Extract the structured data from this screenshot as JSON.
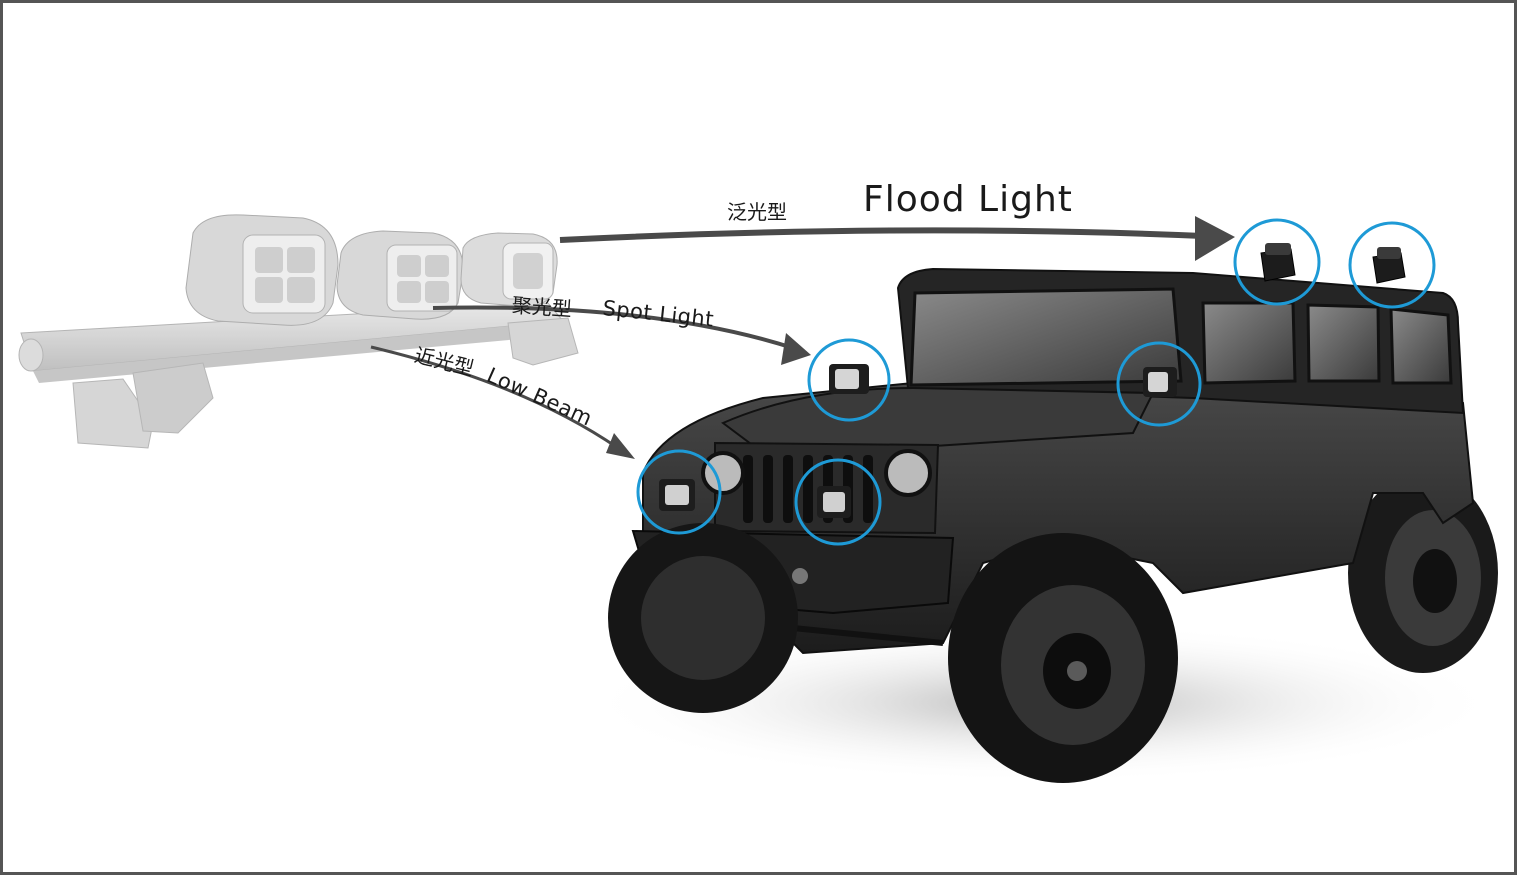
{
  "labels": {
    "flood": {
      "cn": "泛光型",
      "en": "Flood Light"
    },
    "spot": {
      "cn": "聚光型",
      "en": "Spot Light"
    },
    "low": {
      "cn": "近光型",
      "en": "Low Beam"
    }
  },
  "colors": {
    "highlight_circle": "#1e9ad6",
    "arrow": "#4a4a4a",
    "light_bar": "#c9c9c9",
    "vehicle_body": "#2b2b2b"
  }
}
